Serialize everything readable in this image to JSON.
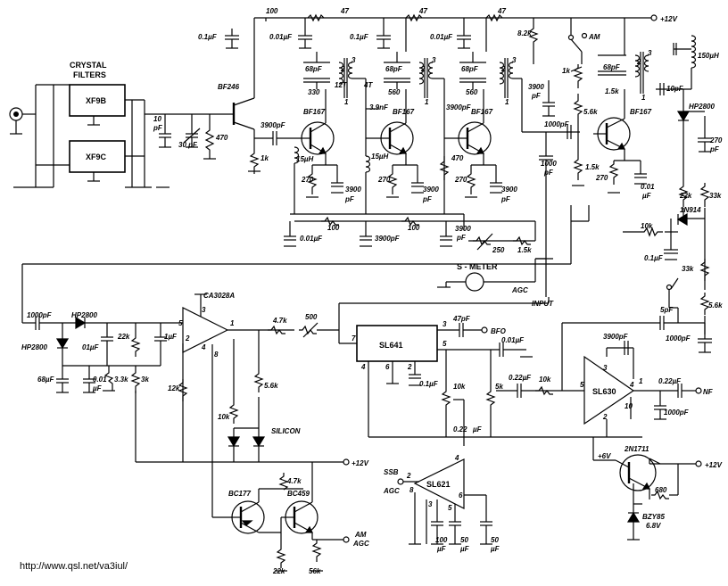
{
  "header": {
    "supply_top": "+12V",
    "crystal_filters": [
      "CRYSTAL",
      "FILTERS"
    ],
    "url": "http://www.qsl.net/va3iul/"
  },
  "blocks": {
    "xf9b": "XF9B",
    "xf9c": "XF9C",
    "sl641": "SL641",
    "sl630": "SL630",
    "sl621": "SL621",
    "ca3028a": "CA3028A",
    "s_meter": "S - METER"
  },
  "transistors": {
    "bf246": "BF246",
    "bf167_1": "BF167",
    "bf167_2": "BF167",
    "bf167_3": "BF167",
    "bf167_4": "BF167",
    "bc177": "BC177",
    "bc459": "BC459",
    "2n1711": "2N1711"
  },
  "diodes": {
    "hp2800_a": "HP2800",
    "hp2800_b": "HP2800",
    "hp2800_c": "HP2800",
    "in914": "1N914",
    "silicon": "SILICON",
    "bzy85": [
      "BZY85",
      "6.8V"
    ]
  },
  "labels": {
    "am": "AM",
    "agc": "AGC",
    "input": "INPUT",
    "bfo": "BFO",
    "nf": "NF",
    "ssb_agc": [
      "SSB",
      "AGC"
    ],
    "am_agc": [
      "AM",
      "AGC"
    ],
    "plus12_a": "+12V",
    "plus12_b": "+12V",
    "plus6": "+6V",
    "t12": "12T",
    "t4": "4T"
  },
  "values": {
    "r100_top": "100",
    "r47_a": "47",
    "r47_b": "47",
    "r47_c": "47",
    "c01_a": "0.1µF",
    "c001_a": "0.01µF",
    "c01_b": "0.1µF",
    "c001_b": "0.01µF",
    "r82k": "8.2k",
    "c68_a": "68pF",
    "c68_b": "68pF",
    "c68_c": "68pF",
    "c68_d": "68pF",
    "r330": "330",
    "r560_a": "560",
    "r560_b": "560",
    "r1k": "1k",
    "r15k_a": "1.5k",
    "r56k_a": "5.6k",
    "c3900_top": "3900",
    "c3900_pf": "pF",
    "l150": "150µH",
    "c10pf_a": "10pF",
    "c10_left": "10",
    "c10_left_pf": "pF",
    "c30pf": "30 pF",
    "r470_a": "470",
    "c3900_bf": "3900pF",
    "r1k_b": "1k",
    "c39nf": "3.9nF",
    "c3900_b": "3900pF",
    "l15_a": "15µH",
    "l15_b": "15µH",
    "l15_c": "15µH",
    "r470_b": "470",
    "r270_a": "270",
    "r270_b": "270",
    "r270_c": "270",
    "r270_d": "270",
    "c3900_e1": "3900",
    "c3900_e2": "3900",
    "c3900_e3": "3900",
    "c_pf_1": "pF",
    "c_pf_2": "pF",
    "c_pf_3": "pF",
    "c1000_a": "1000pF",
    "c1000_b": "1000",
    "c1000_b_pf": "pF",
    "r15k_b": "1.5k",
    "c001_c": "0.01",
    "c001_c_uf": "µF",
    "c270_b": "270",
    "c270_b_pf": "pF",
    "r22k_a": "22k",
    "r33k_a": "33k",
    "r10k_a": "10k",
    "c01_c": "0.1µF",
    "r33k_b": "33k",
    "r100_b": "100",
    "r100_c": "100",
    "c001_d": "0.01µF",
    "c3900_f": "3900pF",
    "c3900_g": "3900",
    "c3900_g_pf": "pF",
    "r250": "250",
    "r15k_c": "1.5k",
    "c1000_c": "1000pF",
    "c01uf_d": "01µF",
    "r22k_b": "22k",
    "c1uf": "1µF",
    "c68_e": "68µF",
    "c001_e": "0.01",
    "c001_e_uf": "µF",
    "r33k_c": "3.3k",
    "r3k": "3k",
    "r12k": "12k",
    "r47k_a": "4.7k",
    "r500": "500",
    "r56k_b": "5.6k",
    "r10k_b": "10k",
    "r47k_b": "4.7k",
    "r22k_c": "22k",
    "r56k_c": "56k",
    "c47pf": "47pF",
    "c001_f": "0.01µF",
    "c01uf_e": "0.1µF",
    "r10k_c": "10k",
    "c022_a": "0.22",
    "c022_a_uf": "µF",
    "r5k": "5k",
    "c022_b": "0.22µF",
    "r10k_d": "10k",
    "c5pf": "5pF",
    "c1000_d": "1000pF",
    "r56k_d": "5.6k",
    "c3900_h": "3900pF",
    "c022_c": "0.22µF",
    "c1000_e": "1000pF",
    "r680": "680",
    "c100uf": "100",
    "c100uf_u": "µF",
    "c50uf_a": "50",
    "c50uf_a_u": "µF",
    "c50uf_b": "50",
    "c50uf_b_u": "µF"
  },
  "pins": {
    "ca_5": "5",
    "ca_3": "3",
    "ca_2": "2",
    "ca_1": "1",
    "ca_4": "4",
    "ca_8": "8",
    "sl641_7": "7",
    "sl641_3": "3",
    "sl641_5": "5",
    "sl641_4": "4",
    "sl641_6": "6",
    "sl641_2": "2",
    "sl630_5": "5",
    "sl630_3": "3",
    "sl630_4": "4",
    "sl630_2": "2",
    "sl630_10": "10",
    "sl630_1": "1",
    "sl621_2": "2",
    "sl621_8": "8",
    "sl621_4": "4",
    "sl621_3": "3",
    "sl621_5": "5",
    "sl621_6": "6",
    "t1_2": "2",
    "t1_3": "3",
    "t1_1": "1",
    "t2_2": "2",
    "t2_3": "3",
    "t2_1": "1",
    "t3_2": "2",
    "t3_3": "3",
    "t3_1": "1",
    "t4_2": "2",
    "t4_3": "3",
    "t4_1": "1"
  }
}
